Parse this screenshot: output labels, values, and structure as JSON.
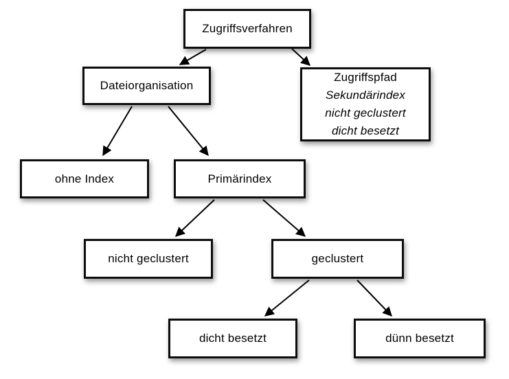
{
  "diagram": {
    "type": "tree",
    "nodes": {
      "zugriffsverfahren": {
        "label": "Zugriffsverfahren"
      },
      "dateiorganisation": {
        "label": "Dateiorganisation"
      },
      "zugriffspfad": {
        "line1": "Zugriffspfad",
        "line2": "Sekundärindex",
        "line3": "nicht geclustert",
        "line4": "dicht besetzt"
      },
      "ohne_index": {
        "label": "ohne Index"
      },
      "primaerindex": {
        "label": "Primärindex"
      },
      "nicht_geclustert": {
        "label": "nicht geclustert"
      },
      "geclustert": {
        "label": "geclustert"
      },
      "dicht_besetzt": {
        "label": "dicht besetzt"
      },
      "duenn_besetzt": {
        "label": "dünn besetzt"
      }
    },
    "edges": [
      {
        "from": "Zugriffsverfahren",
        "to": "Dateiorganisation"
      },
      {
        "from": "Zugriffsverfahren",
        "to": "Zugriffspfad"
      },
      {
        "from": "Dateiorganisation",
        "to": "ohne Index"
      },
      {
        "from": "Dateiorganisation",
        "to": "Primärindex"
      },
      {
        "from": "Primärindex",
        "to": "nicht geclustert"
      },
      {
        "from": "Primärindex",
        "to": "geclustert"
      },
      {
        "from": "geclustert",
        "to": "dicht besetzt"
      },
      {
        "from": "geclustert",
        "to": "dünn besetzt"
      }
    ],
    "colors": {
      "background": "#ffffff",
      "node_fill": "#ffffff",
      "node_border": "#000000",
      "text": "#000000",
      "arrow": "#000000"
    }
  }
}
